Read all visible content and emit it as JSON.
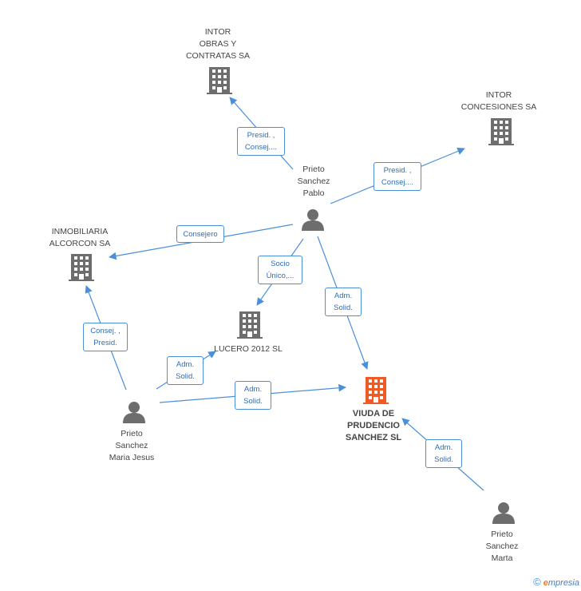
{
  "companies": [
    {
      "id": "intor_obras",
      "lines": [
        "INTOR",
        "OBRAS Y",
        "CONTRATAS SA"
      ],
      "highlight": false
    },
    {
      "id": "intor_conc",
      "lines": [
        "INTOR",
        "CONCESIONES SA"
      ],
      "highlight": false
    },
    {
      "id": "inmobiliaria",
      "lines": [
        "INMOBILIARIA",
        "ALCORCON SA"
      ],
      "highlight": false
    },
    {
      "id": "lucero",
      "lines": [
        "LUCERO 2012 SL"
      ],
      "highlight": false
    },
    {
      "id": "viuda",
      "lines": [
        "VIUDA DE",
        "PRUDENCIO",
        "SANCHEZ SL"
      ],
      "highlight": true
    }
  ],
  "people": [
    {
      "id": "pablo",
      "lines": [
        "Prieto",
        "Sanchez",
        "Pablo"
      ]
    },
    {
      "id": "mjesus",
      "lines": [
        "Prieto",
        "Sanchez",
        "Maria Jesus"
      ]
    },
    {
      "id": "marta",
      "lines": [
        "Prieto",
        "Sanchez",
        "Marta"
      ]
    }
  ],
  "relations": [
    {
      "id": "r1",
      "lines": [
        "Presid. ,",
        "Consej...."
      ]
    },
    {
      "id": "r2",
      "lines": [
        "Presid. ,",
        "Consej...."
      ]
    },
    {
      "id": "r3",
      "lines": [
        "Consejero"
      ]
    },
    {
      "id": "r4",
      "lines": [
        "Socio",
        "Único,..."
      ]
    },
    {
      "id": "r5",
      "lines": [
        "Adm.",
        "Solid."
      ]
    },
    {
      "id": "r6",
      "lines": [
        "Consej. ,",
        "Presid."
      ]
    },
    {
      "id": "r7",
      "lines": [
        "Adm.",
        "Solid."
      ]
    },
    {
      "id": "r8",
      "lines": [
        "Adm.",
        "Solid."
      ]
    },
    {
      "id": "r9",
      "lines": [
        "Adm.",
        "Solid."
      ]
    }
  ],
  "colors": {
    "edge": "#4a90d9",
    "building": "#6d6d6d",
    "highlight": "#f05a24",
    "person": "#6d6d6d"
  },
  "footer": {
    "copyright": "©",
    "brand_initial": "e",
    "brand_rest": "mpresia"
  }
}
